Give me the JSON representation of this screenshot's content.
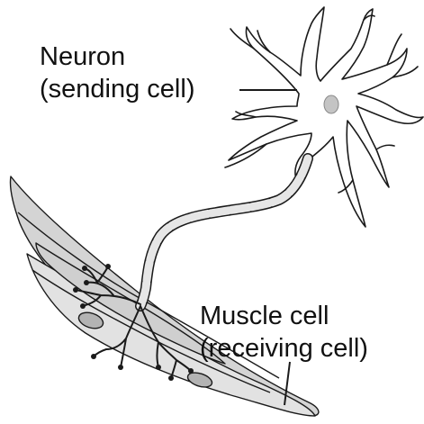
{
  "labels": {
    "neuron_name": "Neuron",
    "neuron_role": "(sending cell)",
    "muscle_name": "Muscle cell",
    "muscle_role": "(receiving cell)"
  },
  "colors": {
    "outline": "#1a1a1a",
    "muscle_fill": "#dcdcdc",
    "muscle_shade": "#c7c7c7",
    "nucleus": "#b3b3b3",
    "myelin": "#e6e6e6",
    "background": "#ffffff"
  }
}
